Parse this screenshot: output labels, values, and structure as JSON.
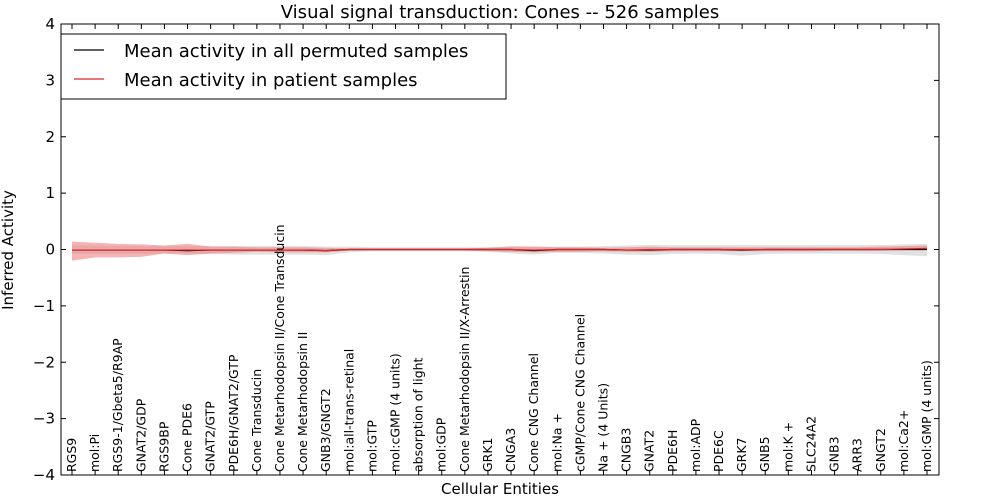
{
  "chart_data": {
    "type": "line",
    "title": "Visual signal transduction: Cones -- 526 samples",
    "xlabel": "Cellular Entities",
    "ylabel": "Inferred Activity",
    "ylim": [
      -4,
      4
    ],
    "yticks": [
      {
        "value": 4,
        "label": "4"
      },
      {
        "value": 3,
        "label": "3"
      },
      {
        "value": 2,
        "label": "2"
      },
      {
        "value": 1,
        "label": "1"
      },
      {
        "value": 0,
        "label": "0"
      },
      {
        "value": -1,
        "label": "−1"
      },
      {
        "value": -2,
        "label": "−2"
      },
      {
        "value": -3,
        "label": "−3"
      },
      {
        "value": -4,
        "label": "−4"
      }
    ],
    "grid": false,
    "legend_position": "top-left",
    "categories": [
      "RGS9",
      "mol:Pi",
      "RGS9-1/Gbeta5/R9AP",
      "GNAT2/GDP",
      "RGS9BP",
      "Cone PDE6",
      "GNAT2/GTP",
      "PDE6H/GNAT2/GTP",
      "Cone Transducin",
      "Cone Metarhodopsin II/Cone Transducin",
      "Cone Metarhodopsin II",
      "GNB3/GNGT2",
      "mol:all-trans-retinal",
      "mol:GTP",
      "mol:cGMP (4 units)",
      "absorption of light",
      "mol:GDP",
      "Cone Metarhodopsin II/X-Arrestin",
      "GRK1",
      "CNGA3",
      "Cone CNG Channel",
      "mol:Na +",
      "cGMP/Cone CNG Channel",
      "Na + (4 Units)",
      "CNGB3",
      "GNAT2",
      "PDE6H",
      "mol:ADP",
      "PDE6C",
      "GRK7",
      "GNB5",
      "mol:K +",
      "SLC24A2",
      "GNB3",
      "ARR3",
      "GNGT2",
      "mol:Ca2+",
      "mol:GMP (4 units)"
    ],
    "series": [
      {
        "name": "Mean activity in all permuted samples",
        "color": "#000000",
        "values": [
          -0.01,
          -0.01,
          -0.01,
          -0.01,
          -0.01,
          -0.02,
          -0.01,
          -0.01,
          -0.01,
          -0.01,
          -0.01,
          -0.02,
          0.0,
          0.0,
          0.0,
          0.0,
          0.0,
          0.0,
          0.0,
          0.0,
          -0.02,
          0.0,
          0.0,
          0.0,
          -0.01,
          -0.01,
          0.0,
          0.0,
          0.0,
          -0.01,
          0.0,
          0.0,
          0.0,
          0.0,
          0.0,
          0.0,
          0.0,
          0.0
        ],
        "band_lower": [
          -0.08,
          -0.08,
          -0.08,
          -0.08,
          -0.07,
          -0.07,
          -0.08,
          -0.09,
          -0.09,
          -0.09,
          -0.09,
          -0.1,
          -0.05,
          -0.03,
          -0.03,
          -0.03,
          -0.03,
          -0.03,
          -0.04,
          -0.07,
          -0.09,
          -0.06,
          -0.06,
          -0.07,
          -0.09,
          -0.1,
          -0.08,
          -0.07,
          -0.08,
          -0.11,
          -0.08,
          -0.07,
          -0.07,
          -0.07,
          -0.07,
          -0.08,
          -0.1,
          -0.12
        ],
        "band_upper": [
          0.08,
          0.07,
          0.06,
          0.06,
          0.06,
          0.06,
          0.06,
          0.06,
          0.06,
          0.06,
          0.06,
          0.05,
          0.05,
          0.04,
          0.04,
          0.04,
          0.04,
          0.04,
          0.04,
          0.06,
          0.05,
          0.05,
          0.05,
          0.06,
          0.07,
          0.08,
          0.08,
          0.08,
          0.08,
          0.08,
          0.08,
          0.08,
          0.08,
          0.08,
          0.08,
          0.08,
          0.09,
          0.1
        ]
      },
      {
        "name": "Mean activity in patient samples",
        "color": "#d62728",
        "values": [
          -0.01,
          -0.01,
          -0.01,
          -0.01,
          -0.01,
          -0.01,
          -0.01,
          -0.01,
          -0.01,
          -0.01,
          -0.01,
          -0.02,
          0.0,
          0.0,
          0.0,
          0.0,
          0.0,
          0.0,
          0.0,
          0.0,
          -0.01,
          0.0,
          0.0,
          0.0,
          -0.01,
          0.0,
          0.0,
          0.0,
          0.0,
          0.0,
          0.0,
          0.0,
          0.0,
          0.0,
          0.0,
          0.0,
          0.01,
          0.02
        ],
        "band_lower": [
          -0.2,
          -0.14,
          -0.14,
          -0.13,
          -0.07,
          -0.1,
          -0.07,
          -0.06,
          -0.04,
          -0.05,
          -0.05,
          -0.05,
          -0.02,
          -0.02,
          -0.02,
          -0.02,
          -0.02,
          -0.02,
          -0.03,
          -0.04,
          -0.05,
          -0.04,
          -0.04,
          -0.03,
          -0.04,
          -0.04,
          -0.03,
          -0.03,
          -0.03,
          -0.03,
          -0.03,
          -0.03,
          -0.03,
          -0.02,
          -0.02,
          -0.02,
          -0.01,
          -0.01
        ],
        "band_upper": [
          0.14,
          0.12,
          0.1,
          0.09,
          0.07,
          0.1,
          0.05,
          0.05,
          0.04,
          0.04,
          0.04,
          0.03,
          0.02,
          0.02,
          0.02,
          0.02,
          0.02,
          0.02,
          0.03,
          0.05,
          0.05,
          0.04,
          0.04,
          0.03,
          0.04,
          0.05,
          0.04,
          0.04,
          0.04,
          0.04,
          0.04,
          0.04,
          0.04,
          0.04,
          0.04,
          0.05,
          0.06,
          0.07
        ]
      }
    ]
  }
}
